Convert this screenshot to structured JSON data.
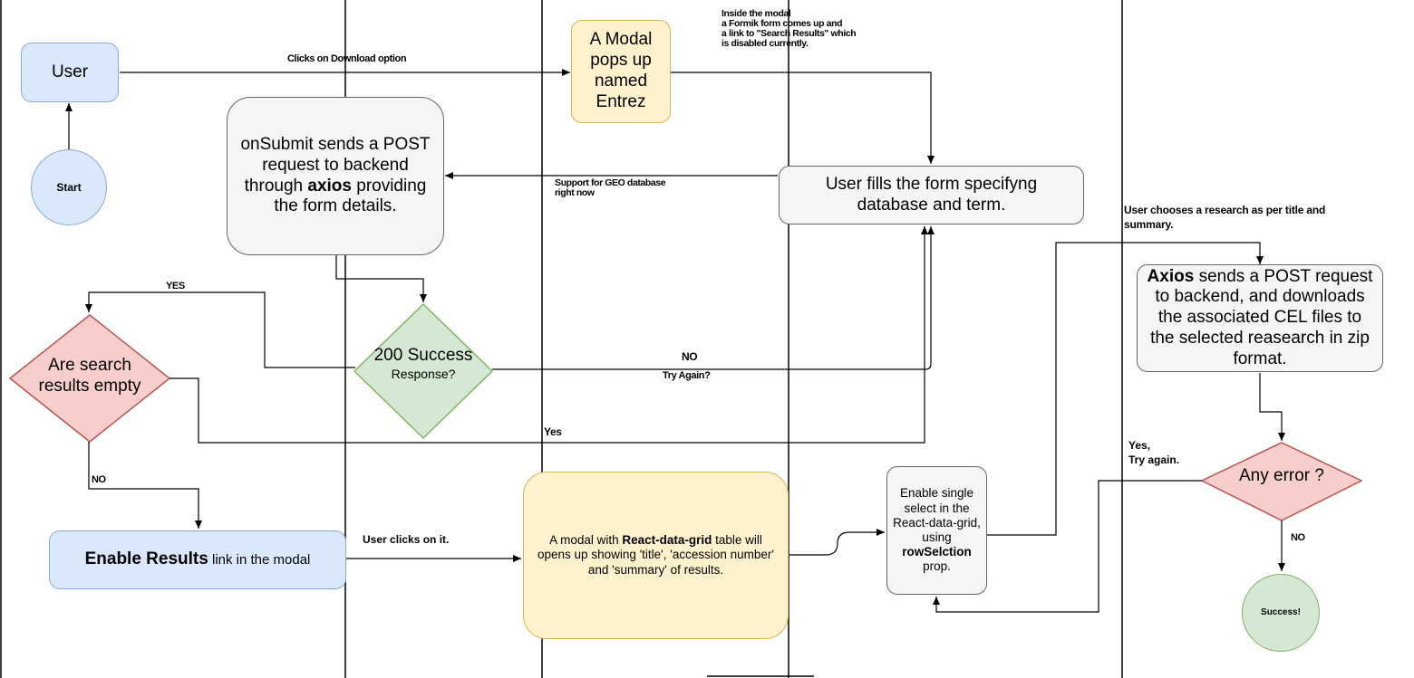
{
  "nodes": {
    "user": "User",
    "start": "Start",
    "modal_entrez": [
      "A Modal",
      "pops up",
      "named",
      "Entrez"
    ],
    "onsubmit": {
      "pre": "onSubmit sends a POST request to backend through ",
      "bold": "axios",
      "post": " providing the form details."
    },
    "user_fills_form": "User fills the form specifyng database and term.",
    "axios_post": {
      "bold": "Axios",
      "post": " sends a POST request to backend, and downloads the associated CEL files to the selected reasearch in zip format."
    },
    "success_decision": {
      "line1": "200 Success",
      "line2": "Response?"
    },
    "empty_decision": {
      "line1": "Are search",
      "line2": "results empty"
    },
    "any_error": "Any error ?",
    "enable_results": {
      "bold": "Enable Results",
      "post": " link in the modal"
    },
    "react_grid_modal": {
      "pre": "A modal with ",
      "bold": "React-data-grid",
      "post": " table will opens up showing 'title', 'accession number' and 'summary' of results."
    },
    "single_select": {
      "pre": "Enable single select in the React-data-grid, using ",
      "bold": "rowSelction",
      "post": " prop."
    },
    "success_end": "Success!"
  },
  "edge_labels": {
    "clicks_download": "Clicks on Download option",
    "inside_modal": [
      "Inside the modal",
      "a Formik form comes up and",
      "a link to \"Search Results\" which",
      "is disabled currently."
    ],
    "geo_support": [
      "Support for GEO database",
      "right now"
    ],
    "yes_upper": "YES",
    "no_retry": "NO",
    "try_again": "Try Again?",
    "yes_lower": "Yes",
    "no_empty": "NO",
    "user_clicks": "User clicks on it.",
    "user_chooses": [
      "User chooses a research as per title and",
      "summary."
    ],
    "yes_try_again": [
      "Yes,",
      "Try again."
    ],
    "no_error": "NO"
  },
  "colors": {
    "blue_fill": "#dae8fc",
    "yellow_fill": "#fff2cc",
    "grey_fill": "#f5f5f5",
    "green_fill": "#d5e8d4",
    "pink_fill": "#f8cecc"
  }
}
